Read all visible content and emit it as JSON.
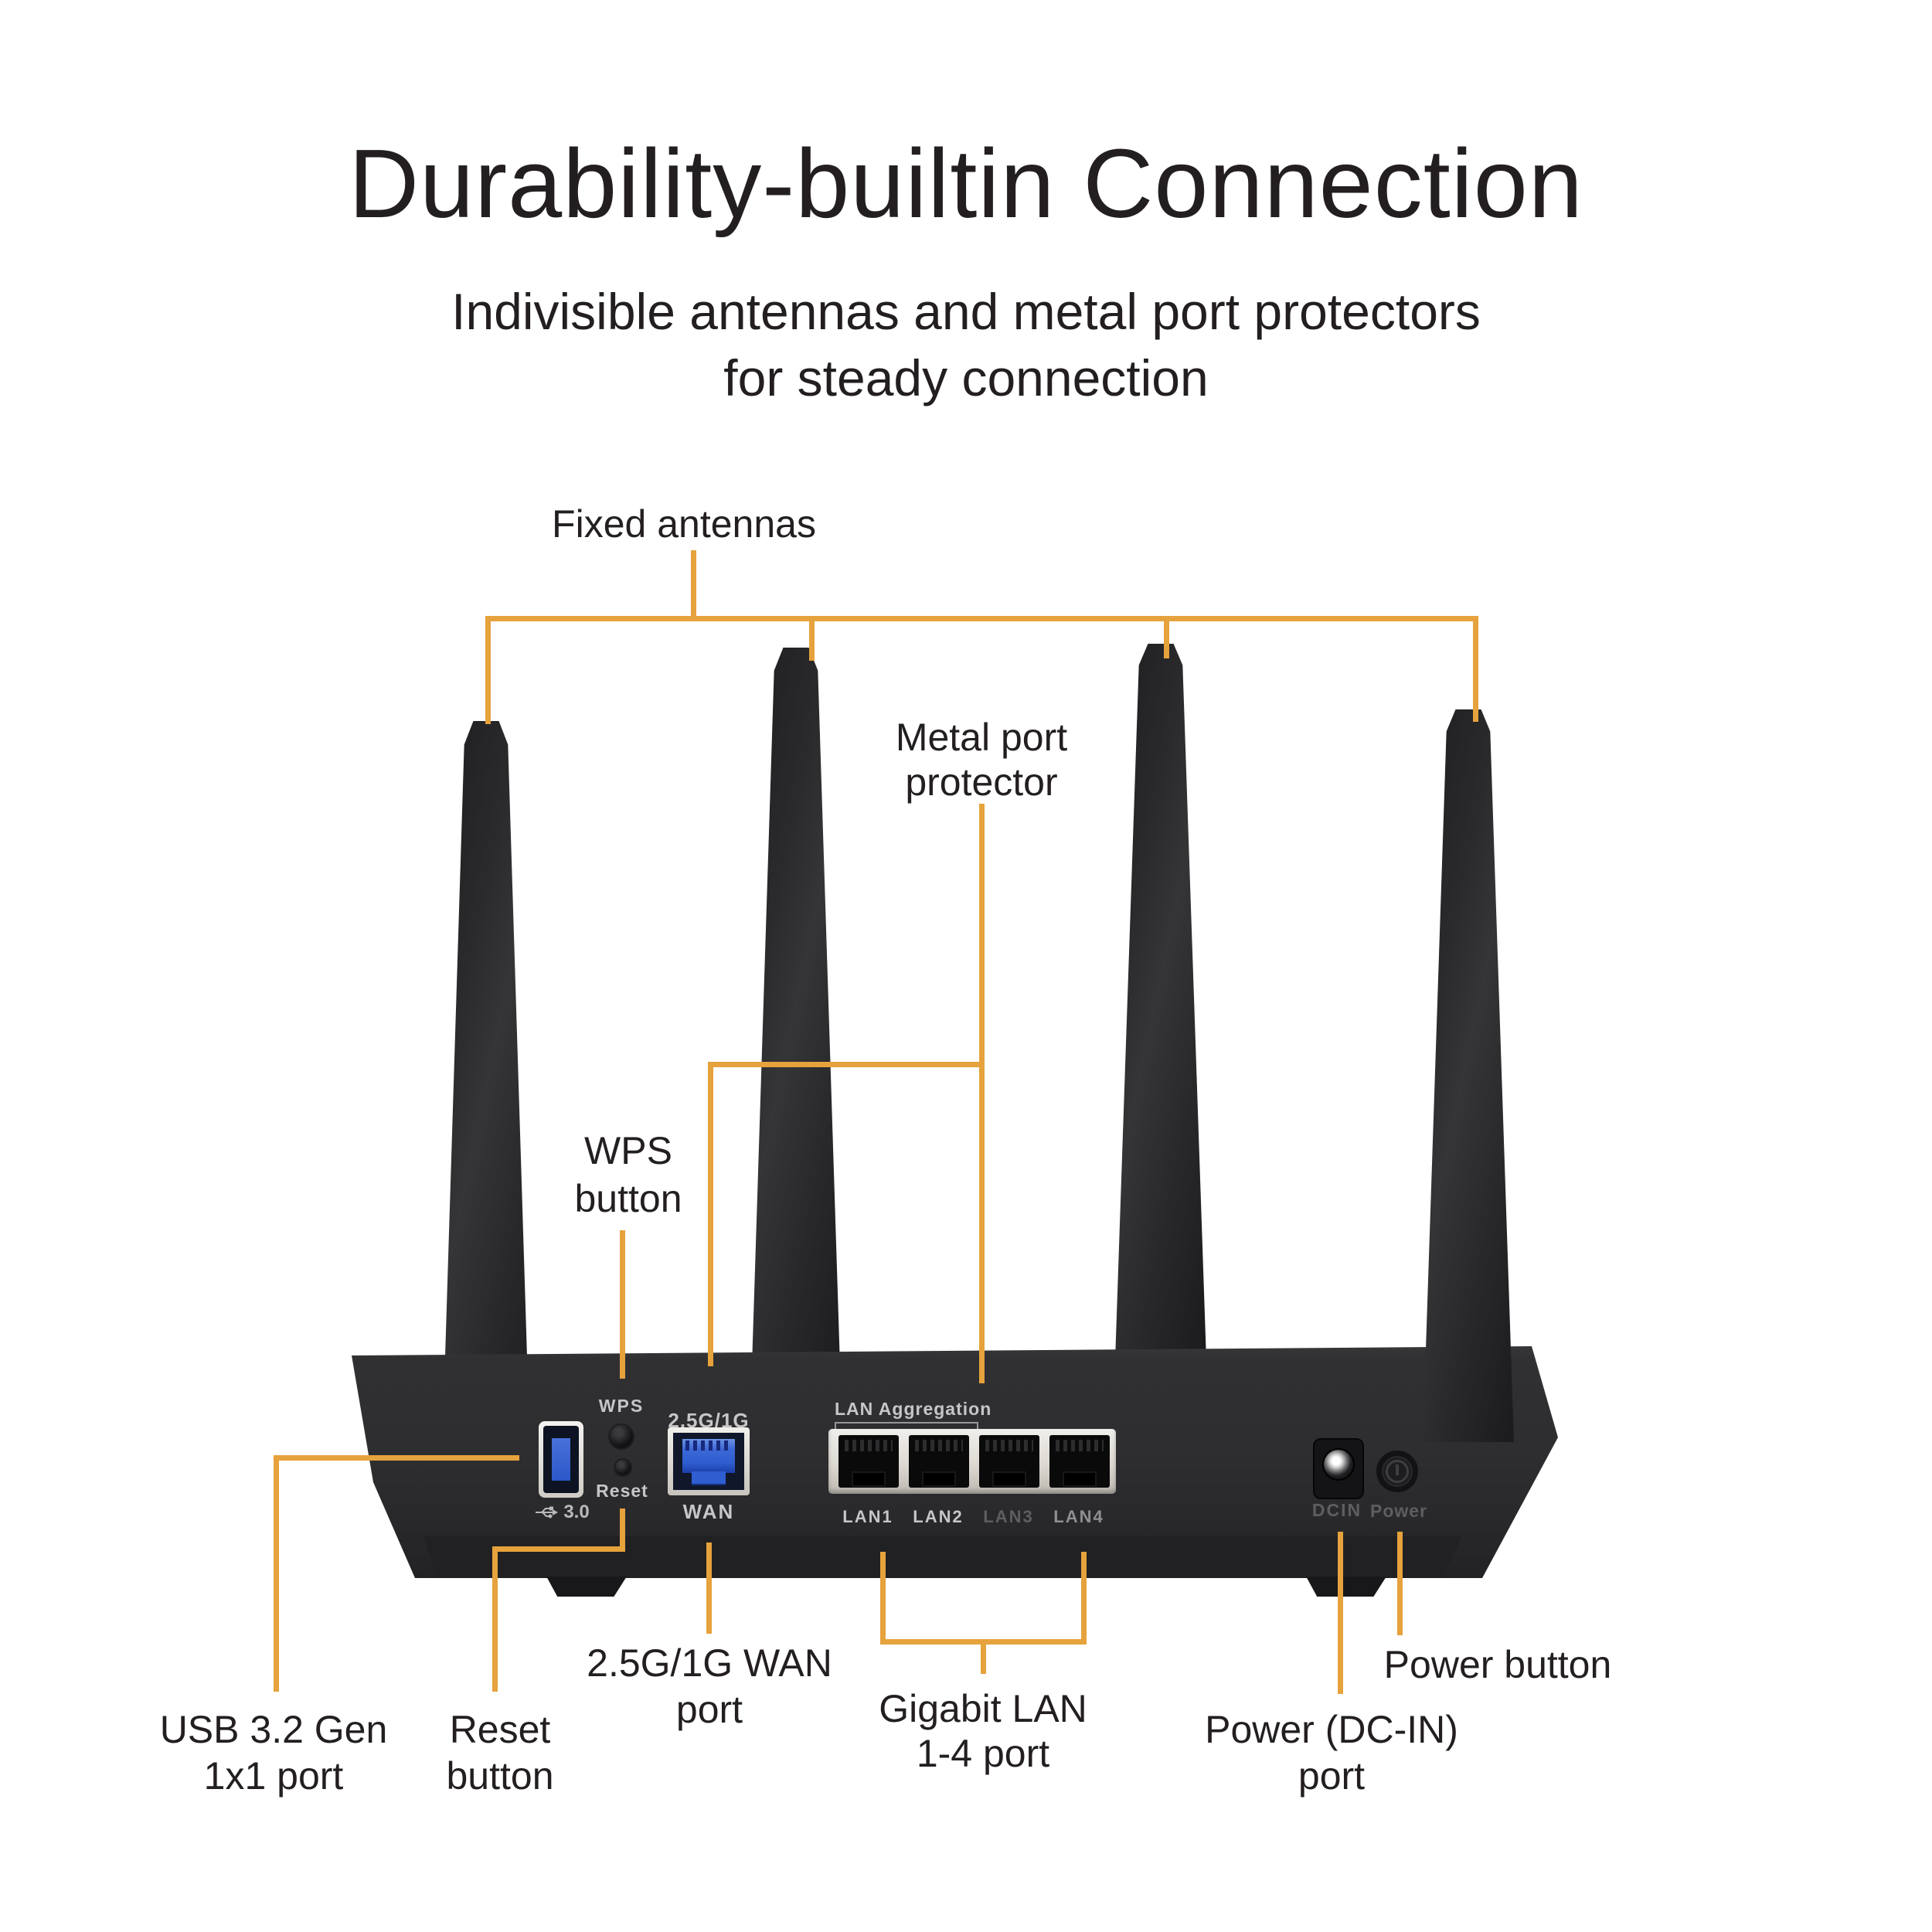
{
  "colors": {
    "accent": "#E6A23C",
    "background": "#ffffff",
    "text": "#231f20",
    "chassis": "#2e2e30",
    "metal_plate": "#ddd9d2",
    "wan_blue": "#2e5ed0",
    "usb_blue": "#2b57c8"
  },
  "header": {
    "title": "Durability-builtin Connection",
    "subtitle": [
      "Indivisible antennas and metal port protectors",
      "for steady connection"
    ]
  },
  "callouts": {
    "fixed_antennas": {
      "lines": [
        "Fixed antennas"
      ]
    },
    "metal_port_protector": {
      "lines": [
        "Metal port",
        "protector"
      ]
    },
    "wps_button": {
      "lines": [
        "WPS",
        "button"
      ]
    },
    "usb_port": {
      "lines": [
        "USB 3.2 Gen",
        "1x1 port"
      ]
    },
    "reset_button": {
      "lines": [
        "Reset",
        "button"
      ]
    },
    "wan_port": {
      "lines": [
        "2.5G/1G WAN",
        "port"
      ]
    },
    "gigabit_lan": {
      "lines": [
        "Gigabit LAN",
        "1-4 port"
      ]
    },
    "power_dcin_port": {
      "lines": [
        "Power (DC-IN)",
        "port"
      ]
    },
    "power_button": {
      "lines": [
        "Power button"
      ]
    }
  },
  "device": {
    "silkscreen": {
      "wps": "WPS",
      "reset": "Reset",
      "usb": "3.0",
      "wan_speed": "2.5G/1G",
      "wan": "WAN",
      "lan_aggregation": "LAN Aggregation",
      "dcin": "DCIN",
      "power": "Power"
    },
    "lan_ports": [
      {
        "label": "LAN1"
      },
      {
        "label": "LAN2"
      },
      {
        "label": "LAN3"
      },
      {
        "label": "LAN4"
      }
    ]
  }
}
